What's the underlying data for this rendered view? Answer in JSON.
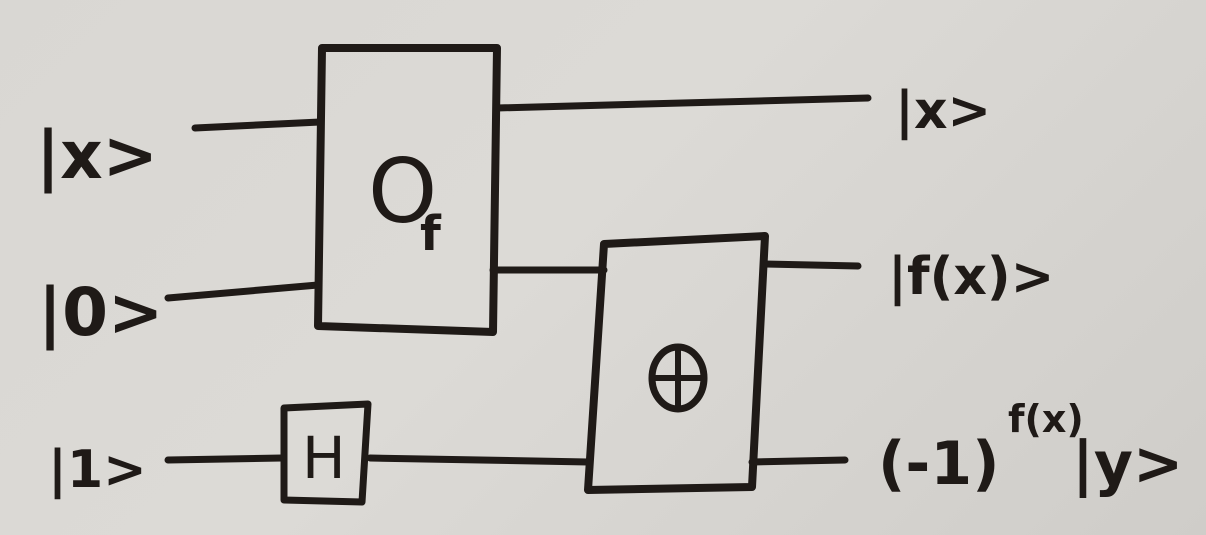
{
  "inputs": {
    "x": "|x>",
    "zero": "|0>",
    "one": "|1>"
  },
  "gates": {
    "oracle_main": "O",
    "oracle_sub": "f",
    "hadamard": "H",
    "xor_symbol": "⊕"
  },
  "outputs": {
    "x": "|x>",
    "fx": "|f(x)>",
    "phase_prefix": "(-1)",
    "phase_exponent": "f(x)",
    "phase_ket": "|y>"
  },
  "colors": {
    "ink": "#1f1a17",
    "board": "#d8d6d2"
  }
}
